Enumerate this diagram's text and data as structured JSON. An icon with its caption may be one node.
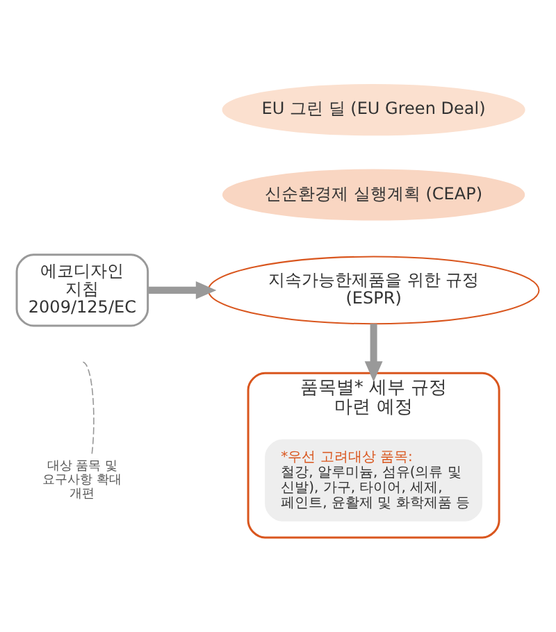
{
  "diagram": {
    "nodes": [
      {
        "text": [
          "EU 그린 딜 (EU Green Deal)"
        ]
      },
      {
        "text": [
          "신순환경제 실행계획 (CEAP)"
        ]
      },
      {
        "text": [
          "에코디자인 지침 2009/125/EC"
        ]
      },
      {
        "text": [
          "지속가능한제품을 위한 규정 (ESPR)"
        ]
      },
      {
        "text": [
          "대상 품목 및 요구사항 확대 개편"
        ]
      },
      {
        "text": [
          "품목별* 세부 규정 마련 예정"
        ]
      },
      {
        "text": [
          "*우선 고려대상 품목:",
          "철강, 알루미늄, 섬유(의류 및 신발), 가구, 타이어, 세제, 페인트, 윤활제 및 화학제품 등"
        ],
        "in": 5
      }
    ],
    "edges": [
      {
        "from": 2,
        "to": 3,
        "arrow": "to"
      },
      {
        "from": 4,
        "to": null,
        "arrow": "none",
        "style": "dashed"
      },
      {
        "from": 3,
        "to": 5,
        "arrow": "to"
      }
    ]
  }
}
